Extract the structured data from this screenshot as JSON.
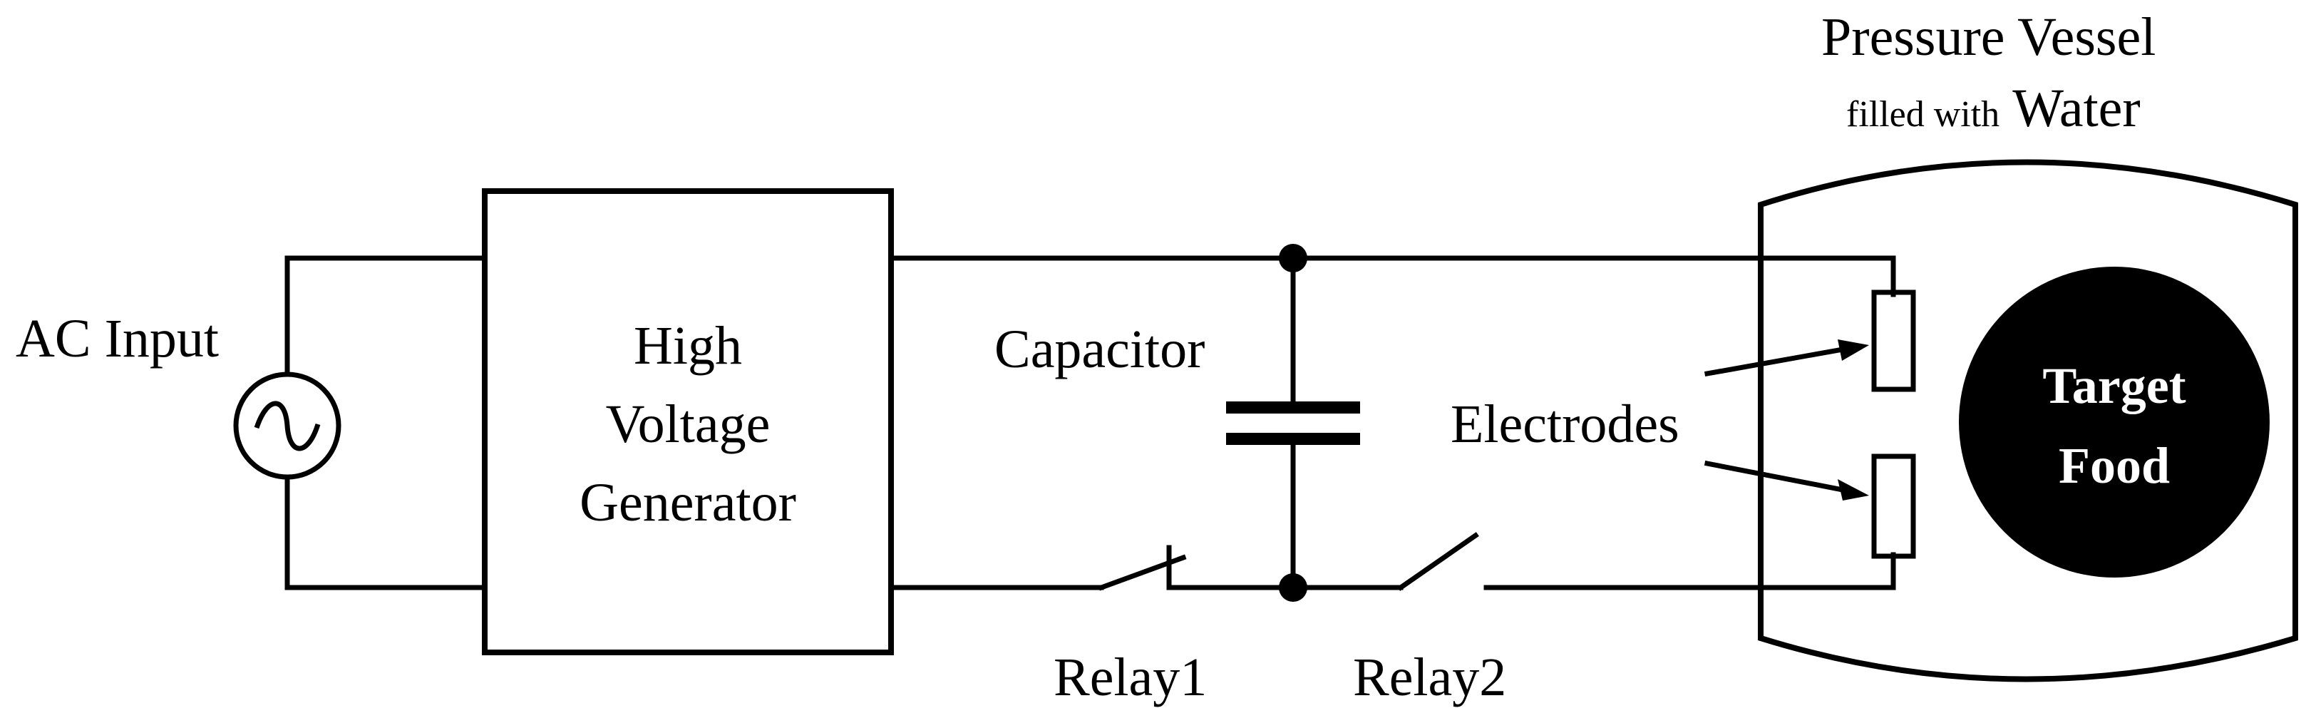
{
  "labels": {
    "ac_input": "AC Input",
    "hv_line1": "High",
    "hv_line2": "Voltage",
    "hv_line3": "Generator",
    "capacitor": "Capacitor",
    "electrodes": "Electrodes",
    "relay1": "Relay1",
    "relay2": "Relay2",
    "vessel_line1": "Pressure Vessel",
    "vessel_line2_small": "filled with",
    "vessel_line2_large": "Water",
    "food_line1": "Target",
    "food_line2": "Food"
  }
}
